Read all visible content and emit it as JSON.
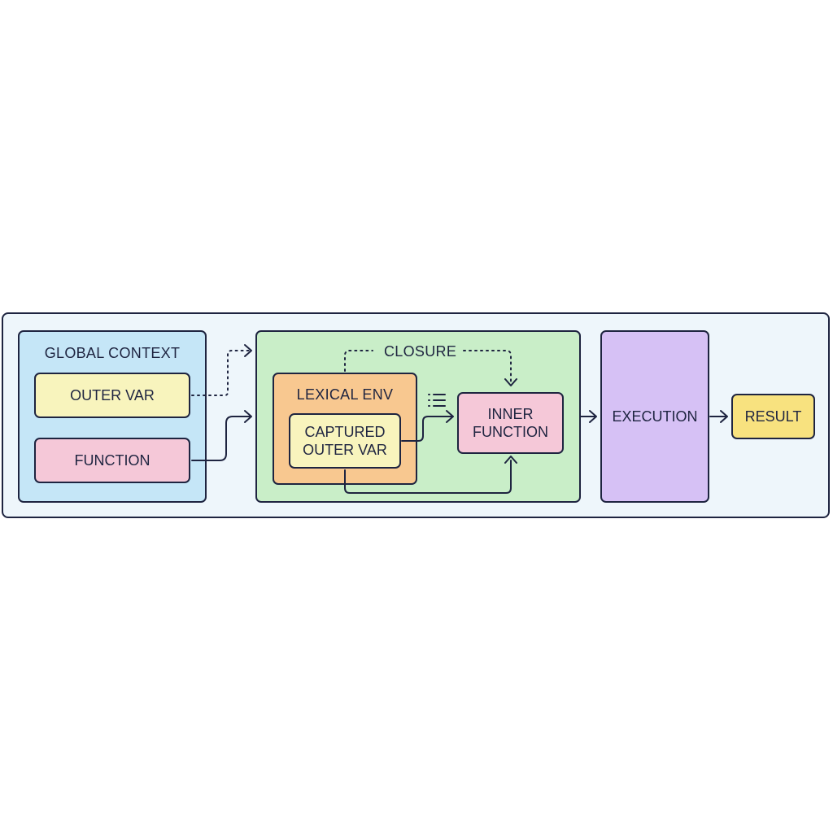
{
  "diagram": {
    "global_context": {
      "title": "GLOBAL CONTEXT",
      "outer_var": "OUTER VAR",
      "function": "FUNCTION"
    },
    "closure": {
      "title": "CLOSURE",
      "lexical_env": {
        "title": "LEXICAL ENV",
        "captured": "CAPTURED\nOUTER VAR"
      },
      "inner_function": "INNER\nFUNCTION"
    },
    "execution": "EXECUTION",
    "result": "RESULT",
    "icons": [
      "list-icon",
      "arrow-icon"
    ],
    "colors": {
      "frame": "#eef6fb",
      "global": "#c5e6f7",
      "outer_var": "#f8f4bd",
      "function": "#f5c8d8",
      "closure": "#c9eec8",
      "lexical_env": "#f8c890",
      "inner_function": "#f5c8d8",
      "execution": "#d6c1f5",
      "result": "#f8e27f",
      "stroke": "#1e2440"
    }
  }
}
